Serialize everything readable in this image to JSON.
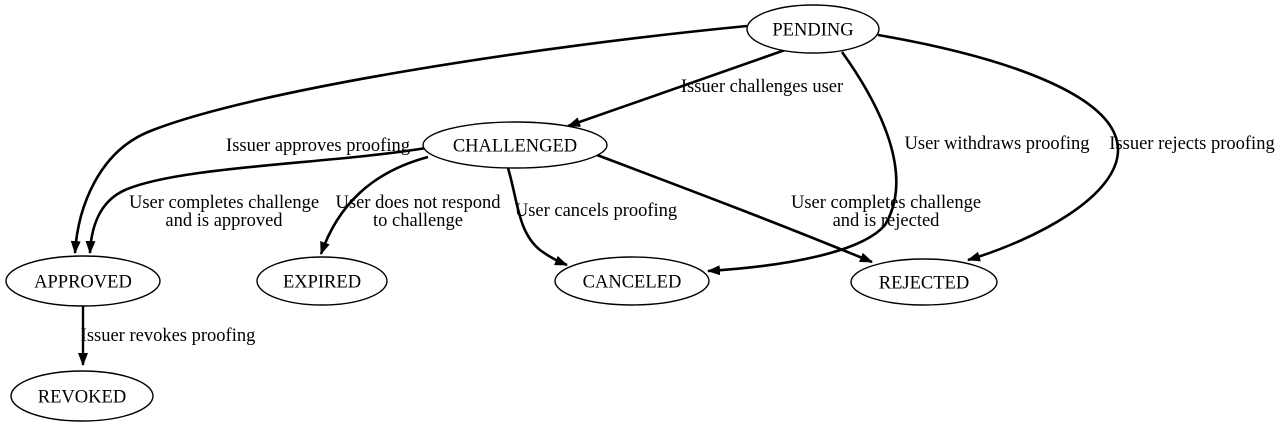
{
  "diagram": {
    "type": "state-machine",
    "colors": {
      "background": "#ffffff",
      "stroke": "#000000",
      "text": "#000000"
    },
    "nodes": [
      {
        "id": "pending",
        "label": "PENDING"
      },
      {
        "id": "challenged",
        "label": "CHALLENGED"
      },
      {
        "id": "approved",
        "label": "APPROVED"
      },
      {
        "id": "expired",
        "label": "EXPIRED"
      },
      {
        "id": "canceled",
        "label": "CANCELED"
      },
      {
        "id": "rejected",
        "label": "REJECTED"
      },
      {
        "id": "revoked",
        "label": "REVOKED"
      }
    ],
    "edges": [
      {
        "from": "pending",
        "to": "challenged",
        "lines": [
          "Issuer challenges user"
        ]
      },
      {
        "from": "pending",
        "to": "approved",
        "lines": [
          "Issuer approves proofing"
        ]
      },
      {
        "from": "pending",
        "to": "canceled",
        "lines": [
          "User withdraws proofing"
        ]
      },
      {
        "from": "pending",
        "to": "rejected",
        "lines": [
          "Issuer rejects proofing"
        ]
      },
      {
        "from": "challenged",
        "to": "approved",
        "lines": [
          "User completes challenge",
          "and is approved"
        ]
      },
      {
        "from": "challenged",
        "to": "expired",
        "lines": [
          "User does not respond",
          "to challenge"
        ]
      },
      {
        "from": "challenged",
        "to": "canceled",
        "lines": [
          "User cancels proofing"
        ]
      },
      {
        "from": "challenged",
        "to": "rejected",
        "lines": [
          "User completes challenge",
          "and is rejected"
        ]
      },
      {
        "from": "approved",
        "to": "revoked",
        "lines": [
          "Issuer revokes proofing"
        ]
      }
    ]
  }
}
